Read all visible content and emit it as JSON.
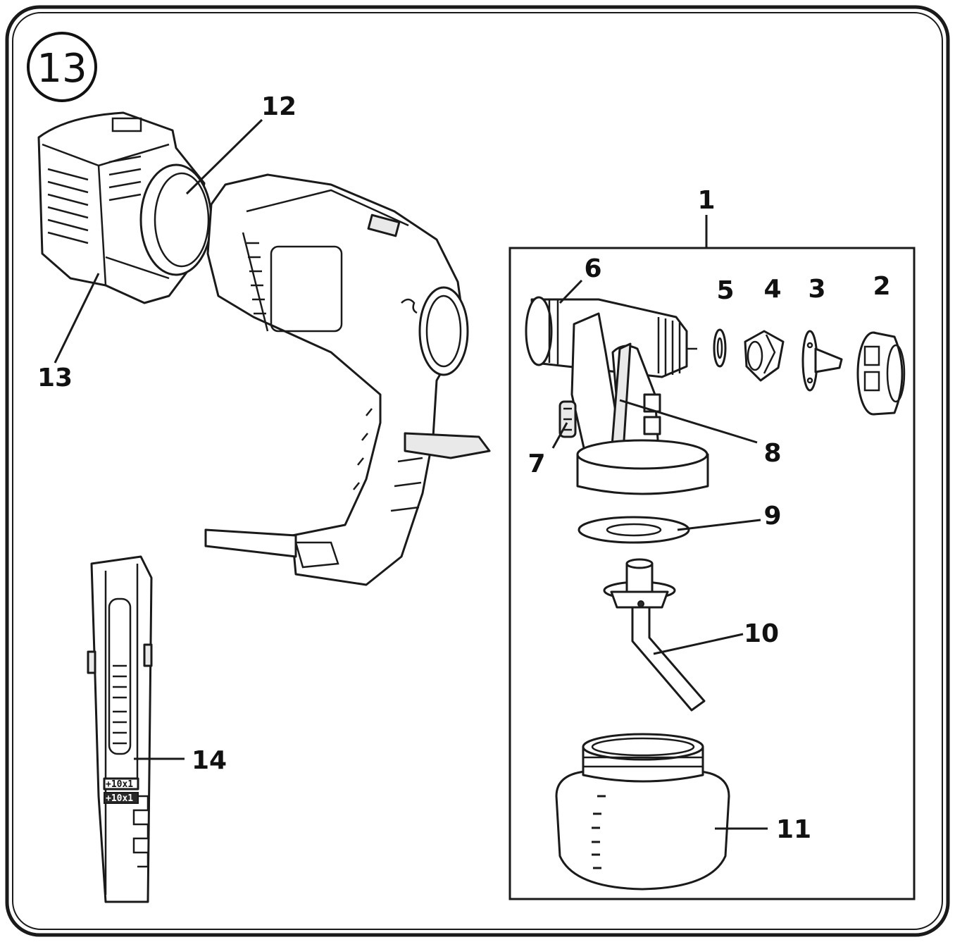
{
  "figure": {
    "number": "13"
  },
  "callouts": {
    "c1": "1",
    "c2": "2",
    "c3": "3",
    "c4": "4",
    "c5": "5",
    "c6": "6",
    "c7": "7",
    "c8": "8",
    "c9": "9",
    "c10": "10",
    "c11": "11",
    "c12": "12",
    "c13": "13",
    "c14": "14"
  },
  "scale_labels": {
    "upper": "+10x1",
    "lower": "+10x1"
  }
}
